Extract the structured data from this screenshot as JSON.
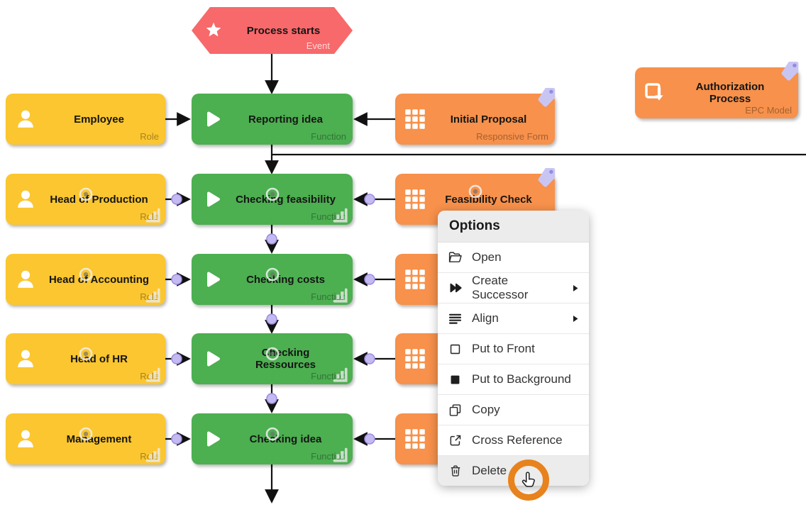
{
  "colors": {
    "event_red": "#f7696b",
    "role_yellow": "#fbc62f",
    "function_green": "#4caf50",
    "artifact_orange": "#f7914b",
    "tag_lavender": "#c9c5f3",
    "connector_dot_purple": "#c5b9f2",
    "menu_highlight_gray": "#ececec",
    "cursor_ring_orange": "#e8821c"
  },
  "diagram": {
    "start_event": {
      "label": "Process starts",
      "type": "Event",
      "icon": "star-icon"
    },
    "model_node": {
      "label": "Authorization Process",
      "type": "EPC Model",
      "icon": "epc-model-icon"
    },
    "rows": [
      {
        "role": {
          "label": "Employee",
          "type": "Role"
        },
        "function": {
          "label": "Reporting idea",
          "type": "Function"
        },
        "form": {
          "label": "Initial Proposal",
          "type": "Responsive Form"
        }
      },
      {
        "role": {
          "label": "Head of Production",
          "type": "Role"
        },
        "function": {
          "label": "Checking feasibility",
          "type": "Function"
        },
        "form": {
          "label": "Feasibility Check",
          "type": ""
        }
      },
      {
        "role": {
          "label": "Head of Accounting",
          "type": "Role"
        },
        "function": {
          "label": "Checking costs",
          "type": "Function"
        },
        "form": {
          "label": "",
          "type": ""
        }
      },
      {
        "role": {
          "label": "Head of HR",
          "type": "Role"
        },
        "function": {
          "label": "Checking Ressources",
          "type": "Function"
        },
        "form": {
          "label": "",
          "type": ""
        }
      },
      {
        "role": {
          "label": "Management",
          "type": "Role"
        },
        "function": {
          "label": "Checking idea",
          "type": "Function"
        },
        "form": {
          "label": "",
          "type": ""
        }
      }
    ]
  },
  "context_menu": {
    "title": "Options",
    "items": [
      {
        "label": "Open",
        "icon": "folder-open-icon",
        "submenu": false,
        "highlighted": false
      },
      {
        "label": "Create Successor",
        "icon": "fast-forward-icon",
        "submenu": true,
        "highlighted": false
      },
      {
        "label": "Align",
        "icon": "align-lines-icon",
        "submenu": true,
        "highlighted": false
      },
      {
        "label": "Put to Front",
        "icon": "square-outline-icon",
        "submenu": false,
        "highlighted": false
      },
      {
        "label": "Put to Background",
        "icon": "square-filled-icon",
        "submenu": false,
        "highlighted": false
      },
      {
        "label": "Copy",
        "icon": "copy-icon",
        "submenu": false,
        "highlighted": false
      },
      {
        "label": "Cross Reference",
        "icon": "external-link-icon",
        "submenu": false,
        "highlighted": false
      },
      {
        "label": "Delete",
        "icon": "trash-icon",
        "submenu": false,
        "highlighted": true
      }
    ]
  }
}
